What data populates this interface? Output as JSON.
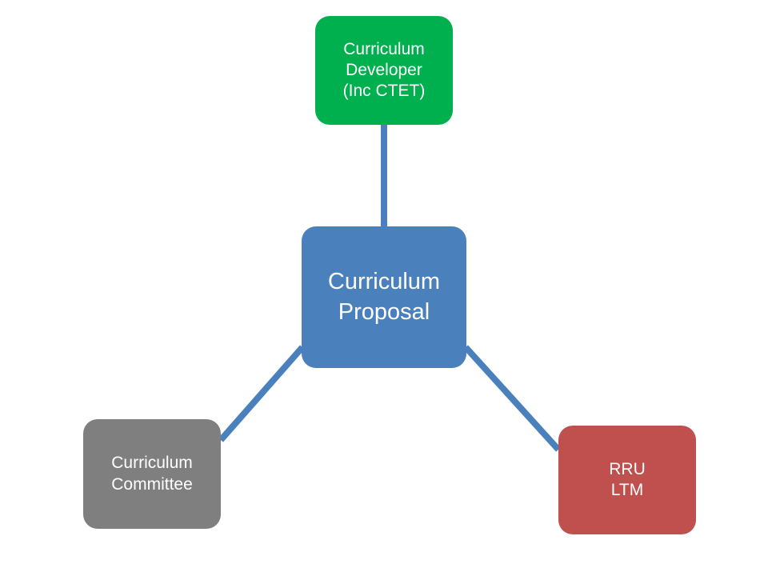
{
  "diagram": {
    "center": {
      "label": "Curriculum\nProposal",
      "color": "#4a81bd"
    },
    "nodes": [
      {
        "id": "top",
        "label": "Curriculum\nDeveloper\n(Inc CTET)",
        "color": "#00b04f"
      },
      {
        "id": "left",
        "label": "Curriculum\nCommittee",
        "color": "#7f7f7f"
      },
      {
        "id": "right",
        "label": "RRU\nLTM",
        "color": "#c0504d"
      }
    ],
    "connector_color": "#4a81bd"
  }
}
